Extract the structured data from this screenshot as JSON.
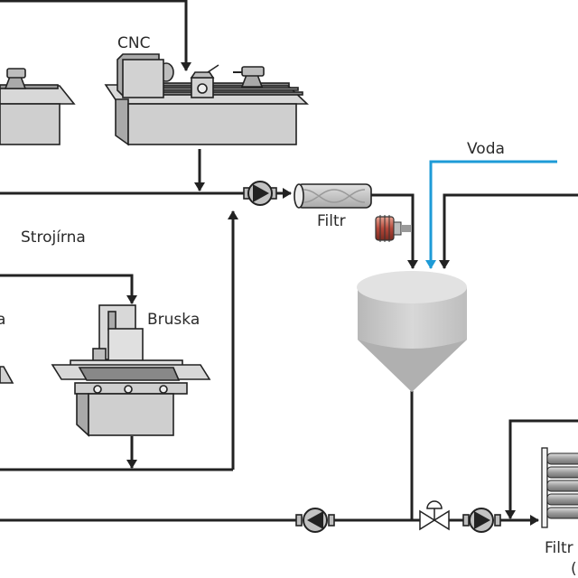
{
  "diagram": {
    "labels": {
      "cnc": "CNC",
      "strojirna": "Strojírna",
      "bruska": "Bruska",
      "partial_left": "a",
      "filtr": "Filtr",
      "voda": "Voda",
      "filtrace_partial": "Filtr",
      "filtrace_paren": "("
    },
    "colors": {
      "pipe": "#222222",
      "water": "#1e9bd7",
      "machine_fill": "#cfcfcf",
      "machine_dark": "#a9a9a9",
      "heater": "#b5483a",
      "tank": "#d2d2d2"
    },
    "components": [
      {
        "id": "cnc-machine",
        "type": "lathe"
      },
      {
        "id": "left-lathe",
        "type": "lathe"
      },
      {
        "id": "grinder",
        "type": "grinder"
      },
      {
        "id": "pump-top",
        "type": "pump",
        "direction": "right"
      },
      {
        "id": "bag-filter",
        "type": "filter"
      },
      {
        "id": "heater",
        "type": "heater"
      },
      {
        "id": "settling-tank",
        "type": "tank"
      },
      {
        "id": "pump-bottom-left",
        "type": "pump",
        "direction": "left"
      },
      {
        "id": "control-valve",
        "type": "valve"
      },
      {
        "id": "pump-bottom-right",
        "type": "pump",
        "direction": "right"
      },
      {
        "id": "membrane-filtration",
        "type": "membrane-module"
      }
    ]
  }
}
